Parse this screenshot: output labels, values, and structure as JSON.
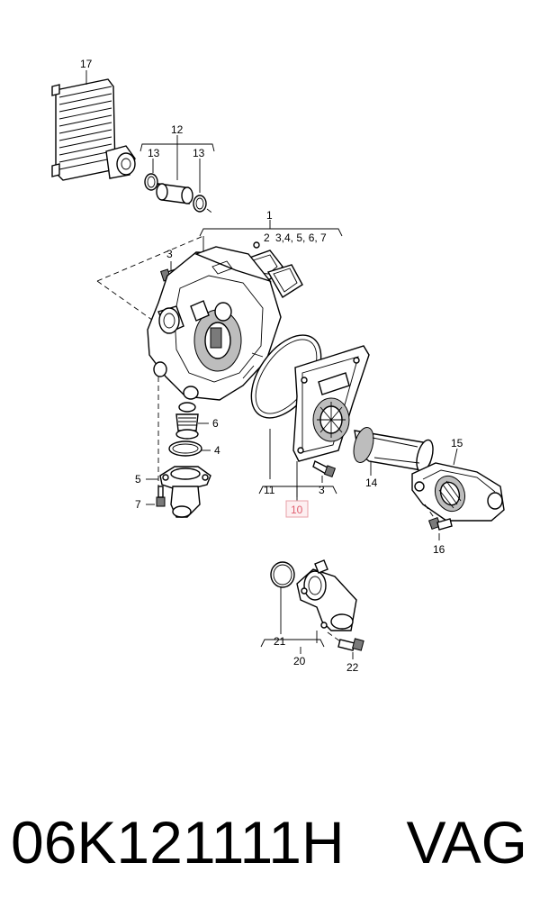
{
  "callouts": {
    "c1": "1",
    "c2": "2",
    "c3a": "3",
    "c3b": "3",
    "c3c": "3,4, 5, 6, 7",
    "c4": "4",
    "c5": "5",
    "c6": "6",
    "c7": "7",
    "c10": "10",
    "c11": "11",
    "c12": "12",
    "c13a": "13",
    "c13b": "13",
    "c14": "14",
    "c15": "15",
    "c16": "16",
    "c17": "17",
    "c20": "20",
    "c21": "21",
    "c22": "22"
  },
  "highlight_color": "#e8a0a8",
  "footer": {
    "part_number": "06K121111H",
    "brand": "VAG"
  }
}
